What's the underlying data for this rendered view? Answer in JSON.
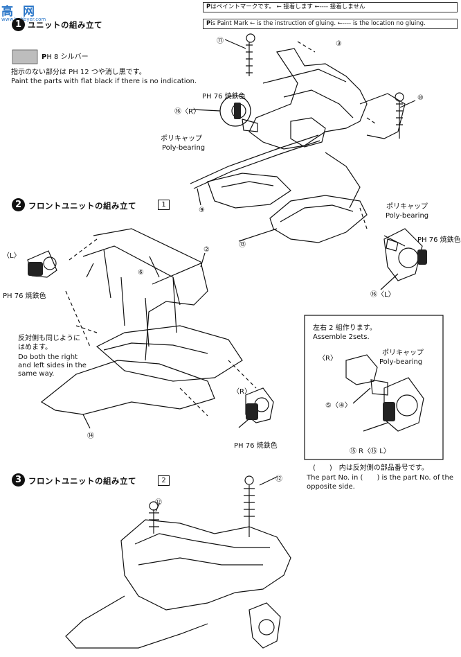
{
  "watermark": {
    "brand": "高",
    "brand2": "网",
    "sub": "www.hobbyer.com"
  },
  "legend": {
    "ja": "はペイントマークです。 ← 接着します ←---- 接着しません",
    "en": "is Paint Mark ←  is the instruction of gluing.  ←----  is the location no gluing.",
    "p_mark": "P"
  },
  "step1": {
    "title": "ユニットの組み立て"
  },
  "color_key": {
    "label": "H 8 シルバー",
    "p_mark": "P"
  },
  "note": {
    "ja": "指示のない部分は PH 12 つや消し黒です。",
    "en": "Paint the parts with flat black if there is no indication."
  },
  "step2": {
    "num": "2",
    "title": "フロントユニットの組み立て",
    "box": "1"
  },
  "step3": {
    "num": "3",
    "title": "フロントユニットの組み立て",
    "box": "2"
  },
  "labels": {
    "p11": "⑪",
    "p3": "③",
    "p10": "⑩",
    "p16r": "⑯〈R〉",
    "paint76a": "PH 76 焼鉄色",
    "poly1_ja": "ポリキャップ",
    "poly1_en": "Poly-bearing",
    "p9": "⑨",
    "p2": "②",
    "p6": "⑥",
    "L": "〈L〉",
    "paint76b": "PH 76 焼鉄色",
    "same_ja1": "反対側も同じように",
    "same_ja2": "はめます。",
    "same_en1": "Do both the right",
    "same_en2": "and left sides in the",
    "same_en3": "same way.",
    "p14": "⑭",
    "R": "〈R〉",
    "paint76c": "PH 76 焼鉄色",
    "poly2_ja": "ポリキャップ",
    "poly2_en": "Poly-bearing",
    "paint76d": "PH 76 焼鉄色",
    "p13": "⑬",
    "p16l": "⑯〈L〉",
    "sets_ja": "左右 2 組作ります。",
    "sets_en": "Assemble 2sets.",
    "inset_R": "〈R〉",
    "poly3_ja": "ポリキャップ",
    "poly3_en": "Poly-bearing",
    "p5_4": "⑤〈④〉",
    "p15": "⑮ R〈⑮ L〉",
    "paren_ja": "(　　)　内は反対側の部品番号です。",
    "paren_en1": "The part No. in (　　) is the part No. of the",
    "paren_en2": "opposite side.",
    "p12a": "⑫",
    "p12b": "⑫"
  },
  "colors": {
    "ink": "#111111",
    "gray_swatch": "#bdbdbd",
    "watermark": "#2a76c8"
  }
}
